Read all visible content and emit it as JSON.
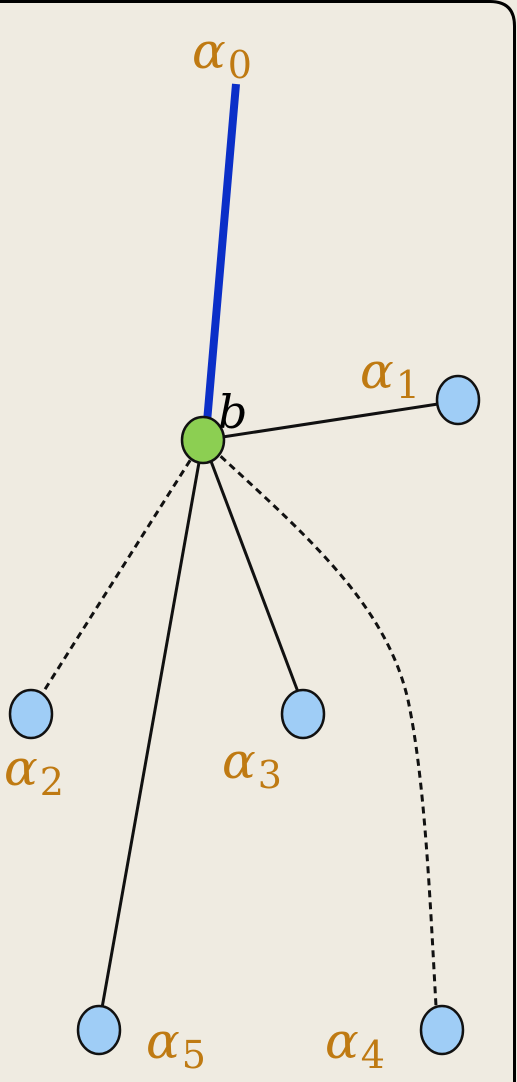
{
  "colors": {
    "background": "#efebe1",
    "frame": "#000000",
    "label": "#bf7a12",
    "bold_edge": "#0b2fc8",
    "center_node": "#8ccf52",
    "leaf_node": "#9fcdf6",
    "edge": "#111111"
  },
  "center": {
    "label": "b"
  },
  "labels": {
    "alpha0": {
      "base": "α",
      "sub": "0"
    },
    "alpha1": {
      "base": "α",
      "sub": "1"
    },
    "alpha2": {
      "base": "α",
      "sub": "2"
    },
    "alpha3": {
      "base": "α",
      "sub": "3"
    },
    "alpha4": {
      "base": "α",
      "sub": "4"
    },
    "alpha5": {
      "base": "α",
      "sub": "5"
    }
  },
  "edges": [
    {
      "from": "b",
      "to": "alpha0",
      "style": "bold"
    },
    {
      "from": "b",
      "to": "alpha1",
      "style": "solid"
    },
    {
      "from": "b",
      "to": "alpha2",
      "style": "dashed"
    },
    {
      "from": "b",
      "to": "alpha3",
      "style": "solid"
    },
    {
      "from": "b",
      "to": "alpha4",
      "style": "dashed"
    },
    {
      "from": "b",
      "to": "alpha5",
      "style": "solid"
    }
  ]
}
